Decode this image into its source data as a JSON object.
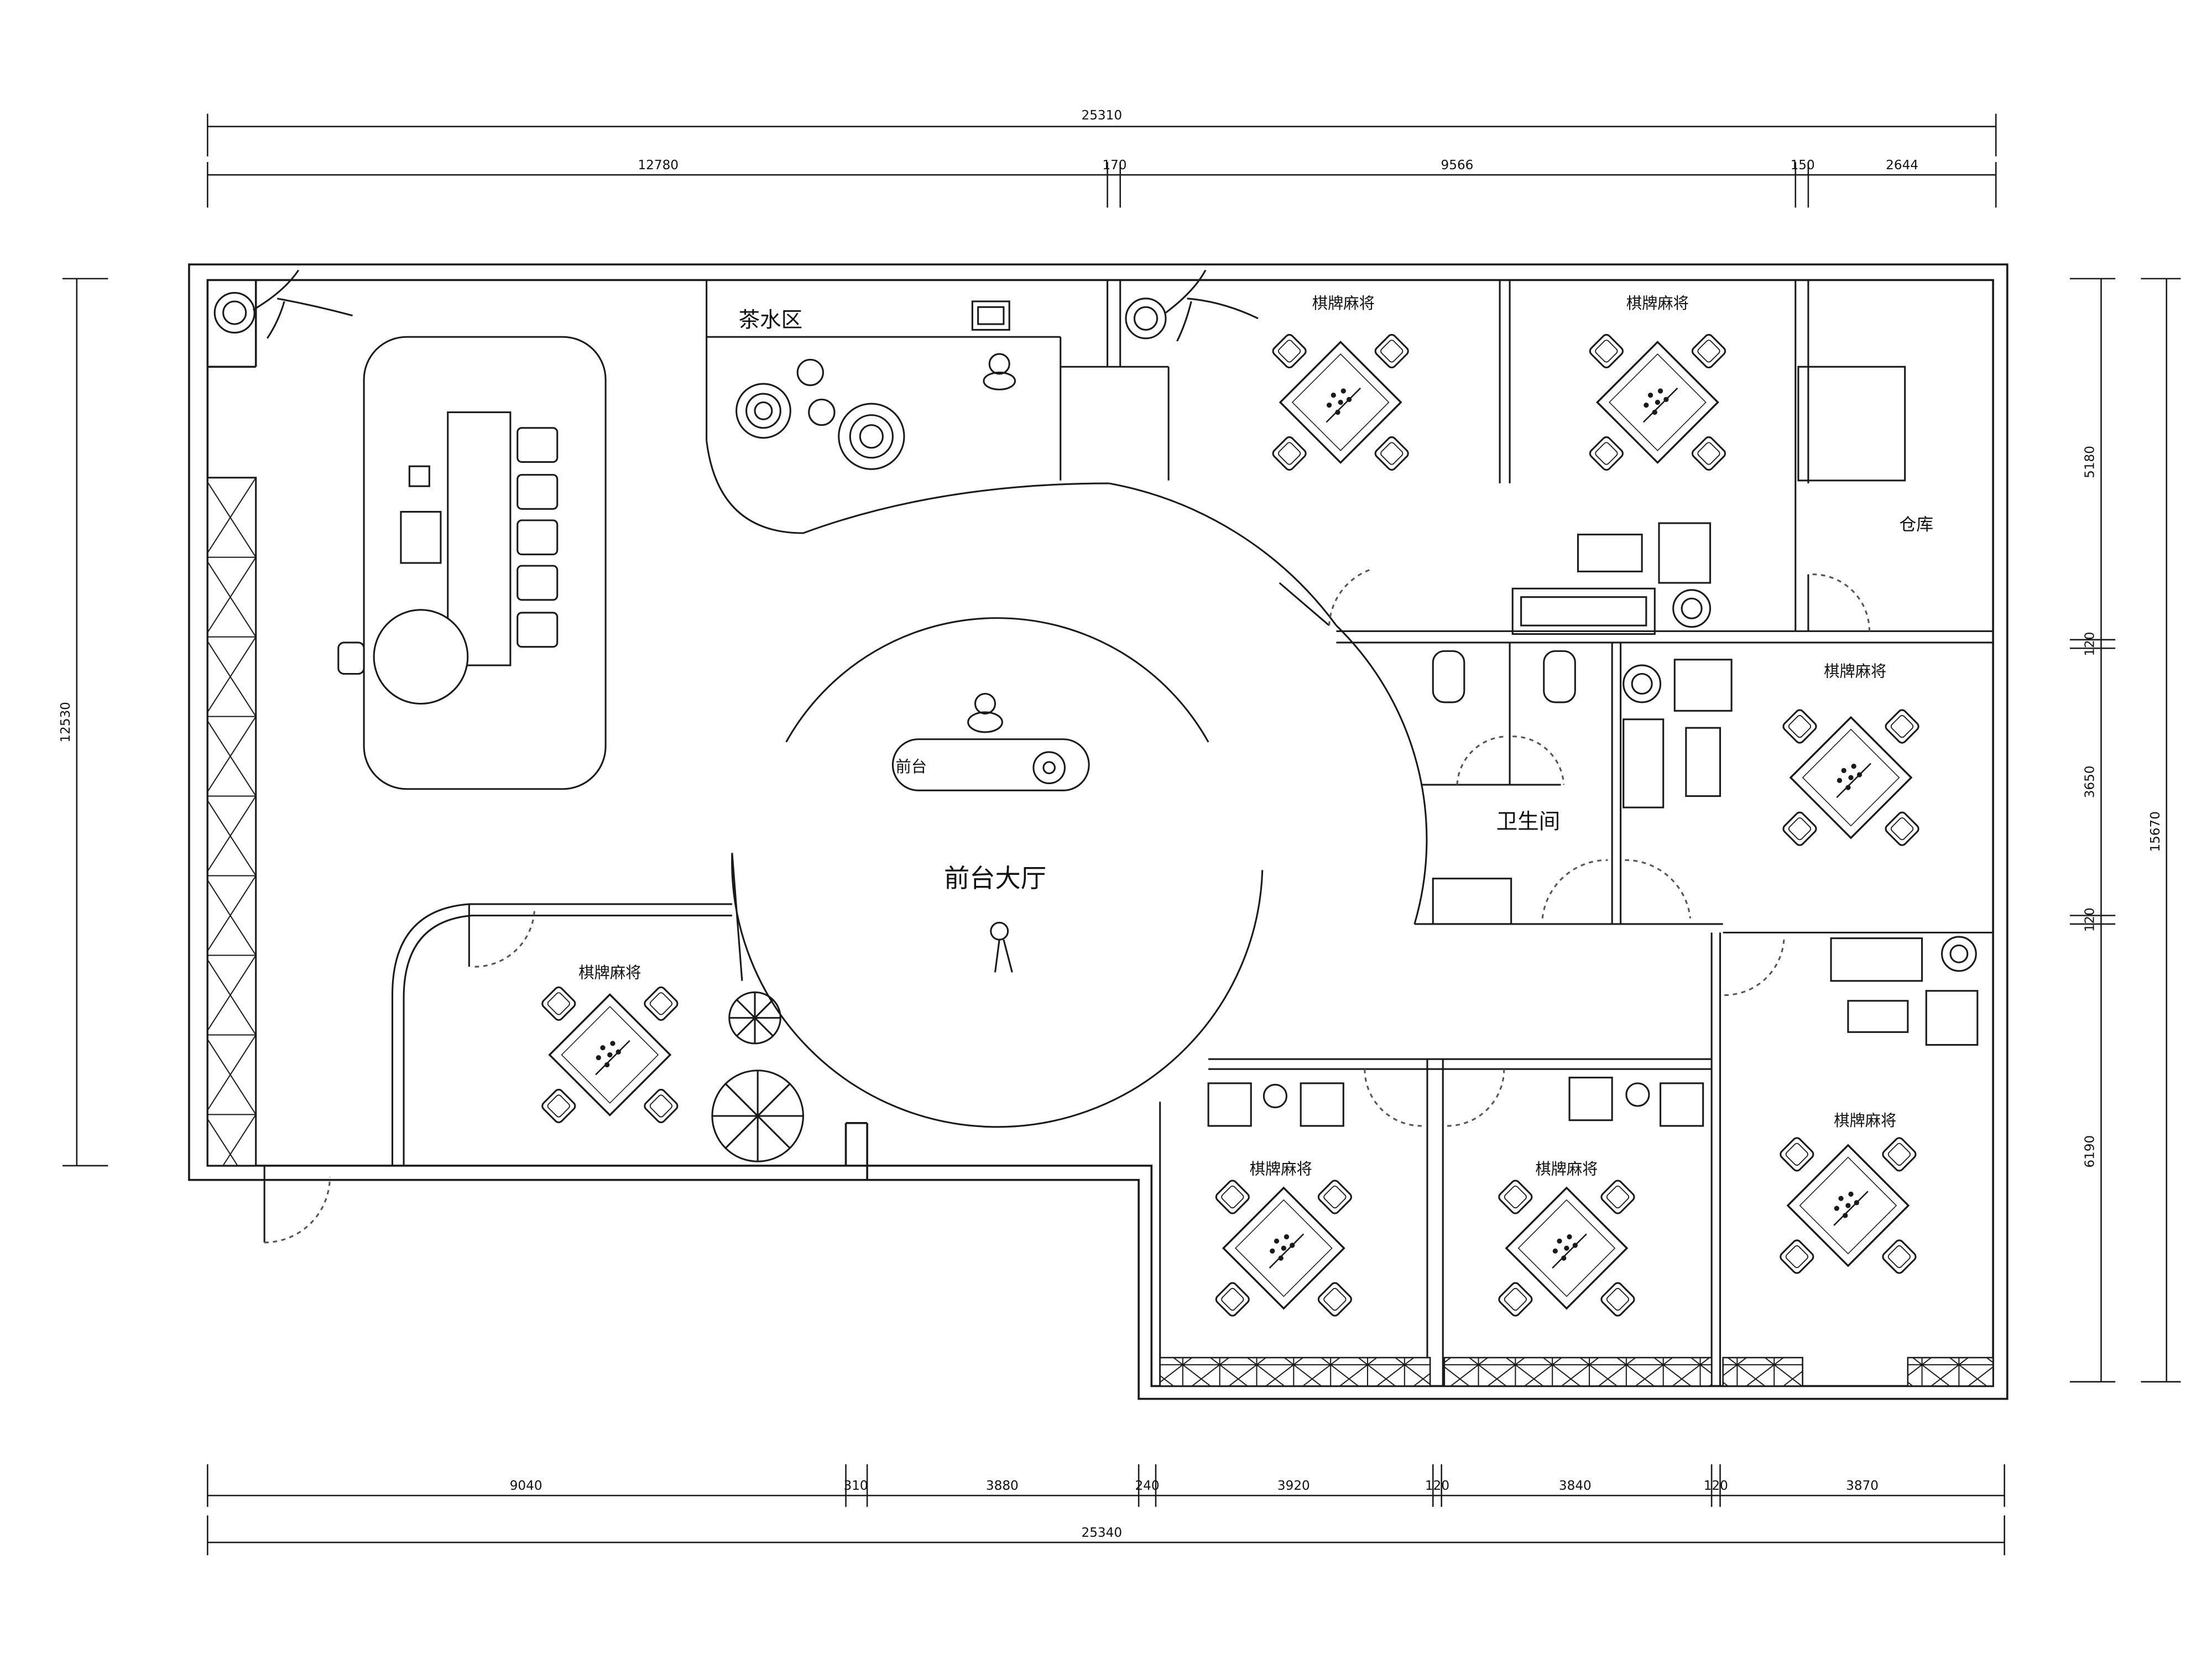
{
  "dimensions": {
    "top_total": "25310",
    "top_segments": [
      "12780",
      "170",
      "9566",
      "150",
      "2644"
    ],
    "bottom_segments": [
      "9040",
      "310",
      "3880",
      "240",
      "3920",
      "120",
      "3840",
      "120",
      "3870"
    ],
    "bottom_total": "25340",
    "left_total": "12530",
    "right_segments": [
      "5180",
      "120",
      "3650",
      "120",
      "6190"
    ],
    "right_total": "15670"
  },
  "rooms": {
    "tea_area": "茶水区",
    "lobby": "前台大厅",
    "front_desk": "前台",
    "toilet": "卫生间",
    "storage": "仓库",
    "mahjong": "棋牌麻将"
  },
  "mahjong_rooms_count": 7,
  "colors": {
    "line": "#1a1a1a",
    "background": "#ffffff",
    "dash": "#555555"
  }
}
